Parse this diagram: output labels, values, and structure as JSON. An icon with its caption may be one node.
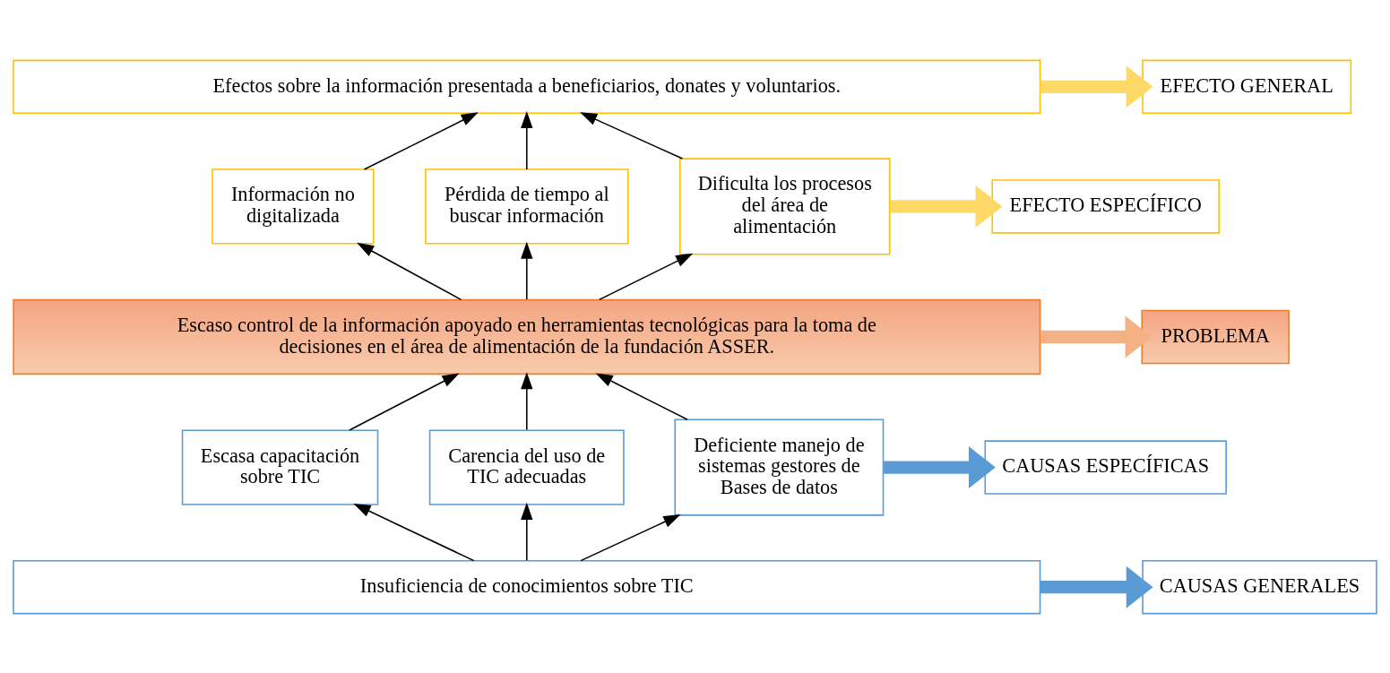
{
  "diagram": {
    "nodes": [
      {
        "text": [
          "Efectos sobre la información presentada a beneficiarios, donates y voluntarios."
        ]
      },
      {
        "text": [
          "Información no digitalizada"
        ]
      },
      {
        "text": [
          "Pérdida de tiempo al buscar información"
        ]
      },
      {
        "text": [
          "Dificulta los procesos del área de alimentación"
        ]
      },
      {
        "text": [
          "Escaso control de la información apoyado en herramientas tecnológicas para la toma de decisiones en el área de alimentación de la fundación ASSER."
        ]
      },
      {
        "text": [
          "Escasa capacitación sobre TIC"
        ]
      },
      {
        "text": [
          "Carencia del uso de TIC adecuadas"
        ]
      },
      {
        "text": [
          "Deficiente manejo de sistemas gestores de Bases de datos"
        ]
      },
      {
        "text": [
          "Insuficiencia de conocimientos sobre TIC"
        ]
      },
      {
        "text": [
          "EFECTO GENERAL"
        ]
      },
      {
        "text": [
          "EFECTO ESPECÍFICO"
        ]
      },
      {
        "text": [
          "PROBLEMA"
        ]
      },
      {
        "text": [
          "CAUSAS ESPECÍFICAS"
        ]
      },
      {
        "text": [
          "CAUSAS GENERALES"
        ]
      }
    ],
    "edges": [
      {
        "from": 1,
        "to": 0,
        "arrow": "to"
      },
      {
        "from": 2,
        "to": 0,
        "arrow": "to"
      },
      {
        "from": 3,
        "to": 0,
        "arrow": "to"
      },
      {
        "from": 4,
        "to": 1,
        "arrow": "to"
      },
      {
        "from": 4,
        "to": 2,
        "arrow": "to"
      },
      {
        "from": 4,
        "to": 3,
        "arrow": "to"
      },
      {
        "from": 5,
        "to": 4,
        "arrow": "to"
      },
      {
        "from": 6,
        "to": 4,
        "arrow": "to"
      },
      {
        "from": 7,
        "to": 4,
        "arrow": "to"
      },
      {
        "from": 8,
        "to": 5,
        "arrow": "to"
      },
      {
        "from": 8,
        "to": 6,
        "arrow": "to"
      },
      {
        "from": 8,
        "to": 7,
        "arrow": "to"
      },
      {
        "from": 0,
        "to": 9,
        "arrow": "to",
        "style": "thick",
        "color": "#ffd966"
      },
      {
        "from": 3,
        "to": 10,
        "arrow": "to",
        "style": "thick",
        "color": "#ffd966"
      },
      {
        "from": 4,
        "to": 11,
        "arrow": "to",
        "style": "thick",
        "color": "#f4b183"
      },
      {
        "from": 7,
        "to": 12,
        "arrow": "to",
        "style": "thick",
        "color": "#5b9bd5"
      },
      {
        "from": 8,
        "to": 13,
        "arrow": "to",
        "style": "thick",
        "color": "#5b9bd5"
      }
    ]
  }
}
